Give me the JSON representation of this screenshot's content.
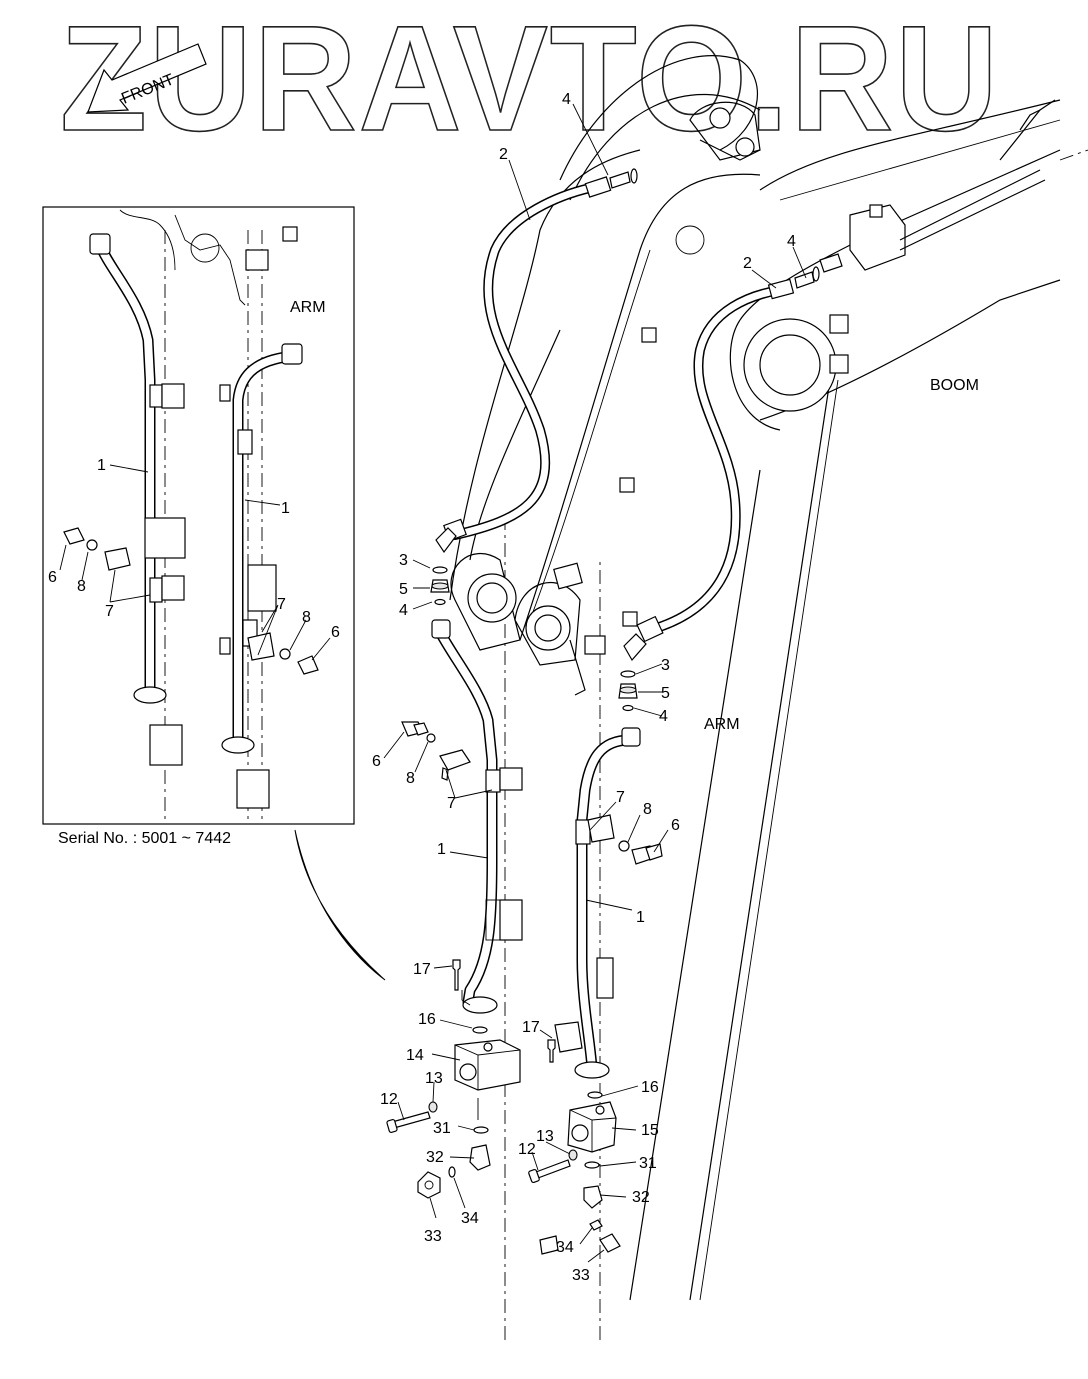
{
  "watermark": "ZURAVTO.RU",
  "front_arrow_label": "FRONT",
  "area_labels": {
    "boom": "BOOM",
    "arm_main": "ARM",
    "arm_inset": "ARM"
  },
  "inset": {
    "serial_caption": "Serial No. : 5001 ~ 7442"
  },
  "callouts": {
    "c1": "1",
    "c2": "1",
    "c3": "1",
    "c4": "1",
    "c5": "2",
    "c6": "2",
    "c7": "3",
    "c8": "3",
    "c9": "4",
    "c10": "4",
    "c11": "4",
    "c12": "4",
    "c13": "5",
    "c14": "5",
    "c15": "6",
    "c16": "6",
    "c17": "6",
    "c18": "6",
    "c19": "7",
    "c20": "7",
    "c21": "7",
    "c22": "7",
    "c23": "8",
    "c24": "8",
    "c25": "8",
    "c26": "8",
    "c27": "12",
    "c28": "12",
    "c29": "13",
    "c30": "13",
    "c31": "14",
    "c32": "15",
    "c33": "16",
    "c34": "16",
    "c35": "17",
    "c36": "17",
    "c37": "31",
    "c38": "31",
    "c39": "32",
    "c40": "32",
    "c41": "33",
    "c42": "33",
    "c43": "34",
    "c44": "34"
  }
}
